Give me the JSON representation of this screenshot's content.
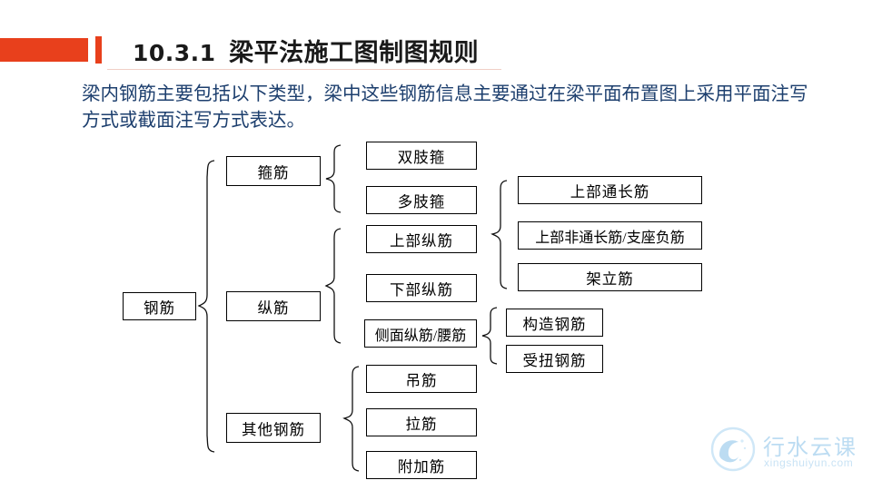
{
  "slide": {
    "title_number": "10.3.1",
    "title_text": "梁平法施工图制图规则",
    "accent_color": "#E8401C",
    "body_text_color": "#1d3f6e",
    "paragraph": "梁内钢筋主要包括以下类型，梁中这些钢筋信息主要通过在梁平面布置图上采用平面注写方式或截面注写方式表达。"
  },
  "diagram": {
    "root": "钢筋",
    "level1": {
      "stirrup": "箍筋",
      "longitudinal": "纵筋",
      "other": "其他钢筋"
    },
    "level2": {
      "stirrup_items": [
        "双肢箍",
        "多肢箍"
      ],
      "longitudinal_items": [
        "上部纵筋",
        "下部纵筋",
        "侧面纵筋/腰筋"
      ],
      "other_items": [
        "吊筋",
        "拉筋",
        "附加筋"
      ]
    },
    "level3": {
      "top_longitudinal_items": [
        "上部通长筋",
        "上部非通长筋/支座负筋",
        "架立筋"
      ],
      "side_longitudinal_items": [
        "构造钢筋",
        "受扭钢筋"
      ]
    }
  },
  "watermark": {
    "brand_cn": "行水云课",
    "url": "xingshuiyun.com",
    "color": "#bcdcf2"
  }
}
